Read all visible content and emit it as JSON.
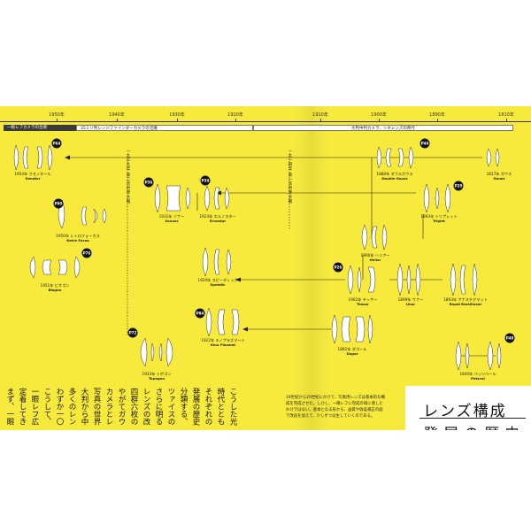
{
  "timeline": {
    "years": [
      "1950年",
      "1940年",
      "1930年",
      "1920年",
      "1910年",
      "1900年",
      "1890年",
      "1810年"
    ]
  },
  "eras": {
    "slr": "一眼レフカメラの台頭",
    "rangefinder": "35ミリ判レンジファインダーカメラの活躍",
    "large_format": "大判中判カメラ、シネレンズの時代"
  },
  "wars": {
    "ww2": "一九三九年 第二次世界大戦",
    "ww1": "一九一四年 第一次世界大戦"
  },
  "lenses": [
    {
      "key": "xenotar",
      "l1": "1954年 クセノタール",
      "l2": "Xenotar",
      "badge": "P64"
    },
    {
      "key": "retro",
      "l1": "1950年 レトロフォーカス",
      "l2": "Retro Focus",
      "badge": "P90"
    },
    {
      "key": "biogon",
      "l1": "1951年 ビオゴン",
      "l2": "Biogon",
      "badge": "P76"
    },
    {
      "key": "sonnar",
      "l1": "1931年 ゾナー",
      "l2": "Sonnar",
      "badge": "P36"
    },
    {
      "key": "ernostar",
      "l1": "1923年 エルノスター",
      "l2": "Ernostar",
      "badge": "P34"
    },
    {
      "key": "speedic",
      "l1": "1924年 スピーディック",
      "l2": "Speedic",
      "badge": ""
    },
    {
      "key": "kino",
      "l1": "1922年 キノプラズマート",
      "l2": "Kino Plasmat",
      "badge": "P84"
    },
    {
      "key": "topogon",
      "l1": "1933年 トポゴン",
      "l2": "Topogon",
      "badge": "P72"
    },
    {
      "key": "dgauss",
      "l1": "1888年 ダブルガウス",
      "l2": "Double Gauss",
      "badge": "P44"
    },
    {
      "key": "gauss",
      "l1": "1817年 ガウス",
      "l2": "Gauss",
      "badge": ""
    },
    {
      "key": "triplet",
      "l1": "1893年 トリプレット",
      "l2": "Triplet",
      "badge": "P20"
    },
    {
      "key": "heliar",
      "l1": "1900年 ヘリアー",
      "l2": "Heliar",
      "badge": ""
    },
    {
      "key": "tessar",
      "l1": "1902年 テッサー",
      "l2": "Tessar",
      "badge": "P26"
    },
    {
      "key": "unar",
      "l1": "1899年 ウナー",
      "l2": "Unar",
      "badge": ""
    },
    {
      "key": "rapid",
      "l1": "1893年 アナスチグマット",
      "l2": "Rapid Rectilinear",
      "badge": ""
    },
    {
      "key": "dagor",
      "l1": "1892年 ダゴール",
      "l2": "Dagor",
      "badge": ""
    },
    {
      "key": "petzval",
      "l1": "1840年 ペッツバール",
      "l2": "Petzval",
      "badge": "P48"
    }
  ],
  "body_columns": [
    "まず、一眼レフの一般化として",
    "定着してきた画像光学の世界へ",
    "一眼レフ広角レンズの設計",
    "こうして、ドイツの代表する",
    "わずか一〇〇年の間に",
    "多くのレンズが登場し",
    "大判から中判を経て",
    "写真の世界は大きく変化",
    "カメラとレンズの発展は",
    "やがてガウスタイプへ",
    "四群六枚の構成で",
    "レンズの改良が進み",
    "さらに明るさを求めて",
    "ツァイスのテッサーは",
    "分類する、そこにはある",
    "発展の歴史をたどると",
    "それぞれの時代の要請",
    "時代とともに変化してきた",
    "こうした光学設計の系譜"
  ],
  "intro_text": "19世紀から20世紀にかけて、写真用レンズは基本的な構成を完成させた。しかし、一眼レフに完成の域に達したわけではない。基本となる形から、画質や收差補正の面で改良を加えて、少しずつ派生していくのである。",
  "title": {
    "line1": "レンズ構成",
    "line2": "発展の歴史"
  }
}
